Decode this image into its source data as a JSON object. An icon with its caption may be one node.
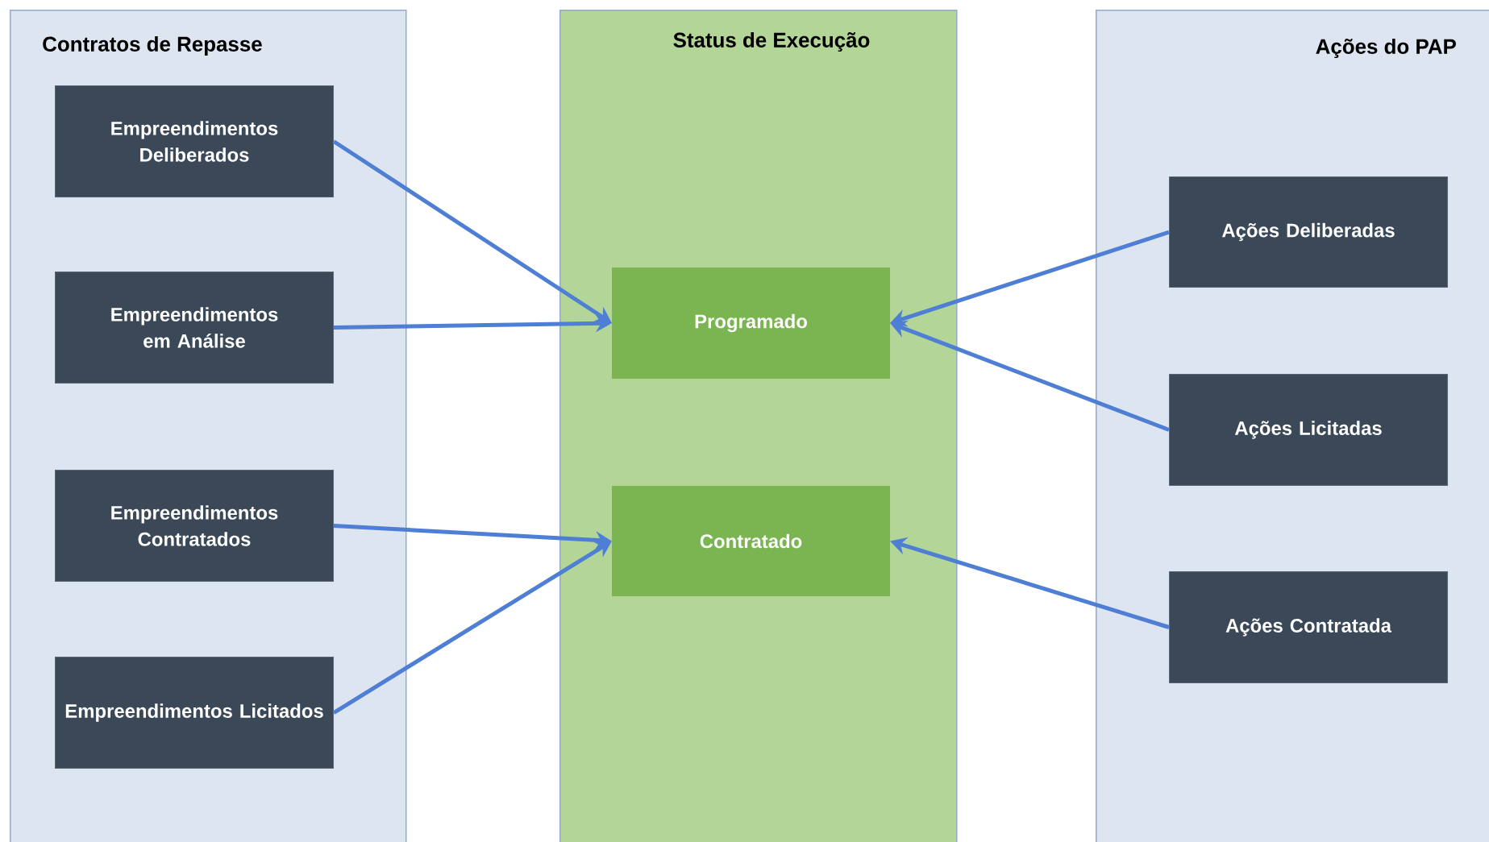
{
  "diagram": {
    "nodes": [
      {
        "text": [
          "Contratos de Repasse"
        ]
      },
      {
        "text": [
          "Empreendimentos Deliberados"
        ],
        "in": 0
      },
      {
        "text": [
          "Empreendimentos em Análise"
        ],
        "in": 0
      },
      {
        "text": [
          "Empreendimentos Contratados"
        ],
        "in": 0
      },
      {
        "text": [
          "Empreendimentos Licitados"
        ],
        "in": 0
      },
      {
        "text": [
          "Status de Execução"
        ]
      },
      {
        "text": [
          "Programado"
        ],
        "in": 5
      },
      {
        "text": [
          "Contratado"
        ],
        "in": 5
      },
      {
        "text": [
          "Ações do PAP"
        ]
      },
      {
        "text": [
          "Ações Deliberadas"
        ],
        "in": 8
      },
      {
        "text": [
          "Ações Licitadas"
        ],
        "in": 8
      },
      {
        "text": [
          "Ações Contratada"
        ],
        "in": 8
      }
    ],
    "edges": [
      {
        "from": 1,
        "to": 6,
        "arrow": "to"
      },
      {
        "from": 2,
        "to": 6,
        "arrow": "to"
      },
      {
        "from": 3,
        "to": 7,
        "arrow": "to"
      },
      {
        "from": 4,
        "to": 7,
        "arrow": "to"
      },
      {
        "from": 9,
        "to": 6,
        "arrow": "to"
      },
      {
        "from": 10,
        "to": 6,
        "arrow": "to"
      },
      {
        "from": 11,
        "to": 7,
        "arrow": "to"
      }
    ]
  }
}
